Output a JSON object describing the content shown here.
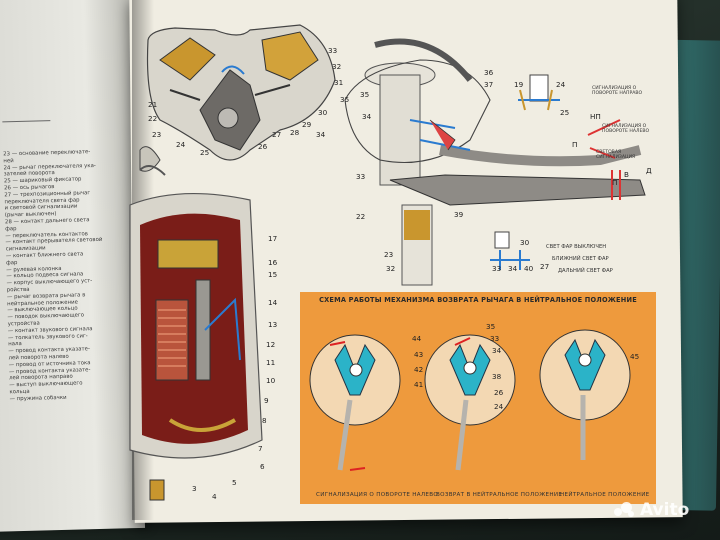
{
  "left_legend": [
    "23 — основание переключате-",
    "     ней",
    "24 — рычаг переключателя ука-",
    "     зателей поворота",
    "25 — шариковый фиксатор",
    "26 — ось рычагов",
    "27 — трехпозиционный рычаг",
    "     переключателя света фар",
    "     и световой сигнализации",
    "     (рычаг выключен)",
    "28 — контакт дальнего света",
    "     фар",
    "— переключатель контактов",
    "— контакт прерывателя световой",
    "   сигнализации",
    "— контакт ближнего света",
    "   фар",
    "— рулевая колонка",
    "— кольцо подвеса сигнала",
    "— корпус выключающего уст-",
    "   ройства",
    "— рычаг возврата рычага в",
    "   нейтральное положение",
    "— выключающее кольцо",
    "— поводок выключающего",
    "   устройства",
    "— контакт звукового сигнала",
    "— толкатель звукового сиг-",
    "   нала",
    "— провод контакта указате-",
    "   лей поворота налево",
    "— провод от источника тока",
    "— провод контакта указате-",
    "   лей поворота направо",
    "— выступ выключающего",
    "   кольца",
    "— пружина собачки"
  ],
  "diagram_title": "СХЕМА РАБОТЫ МЕХАНИЗМА ВОЗВРАТА РЫЧАГА В НЕЙТРАЛЬНОЕ ПОЛОЖЕНИЕ",
  "captions": [
    "СИГНАЛИЗАЦИЯ О ПОВОРОТЕ НАЛЕВО",
    "ВОЗВРАТ В НЕЙТРАЛЬНОЕ ПОЛОЖЕНИЕ",
    "НЕЙТРАЛЬНОЕ ПОЛОЖЕНИЕ"
  ],
  "side_labels": {
    "far_off": "СВЕТ ФАР ВЫКЛЮЧЕН",
    "low_beam": "БЛИЖНИЙ СВЕТ ФАР",
    "high_beam": "ДАЛЬНИЙ СВЕТ ФАР",
    "turn_right": "СИГНАЛИЗАЦИЯ О ПОВОРОТЕ НАПРАВО",
    "turn_left": "СИГНАЛИЗАЦИЯ О ПОВОРОТЕ НАЛЕВО",
    "light_signal": "СВЕТОВАЯ СИГНАЛИЗАЦИЯ",
    "np": "НП",
    "p1": "П",
    "p2": "П",
    "v": "В",
    "d": "Д"
  },
  "callouts": {
    "top_left": [
      "21",
      "22",
      "23",
      "24",
      "25",
      "26",
      "27",
      "28",
      "29",
      "30",
      "31",
      "32",
      "33",
      "34",
      "35"
    ],
    "column": [
      "36",
      "37",
      "35",
      "34",
      "33",
      "22",
      "23",
      "32",
      "39"
    ],
    "cylinder": [
      "17",
      "16",
      "15",
      "14",
      "13",
      "12",
      "11",
      "10",
      "9",
      "8",
      "7",
      "6",
      "5",
      "4",
      "3"
    ],
    "small_parts": [
      "30",
      "19",
      "24",
      "25",
      "33",
      "34",
      "40",
      "27"
    ],
    "panel": [
      "44",
      "43",
      "42",
      "41",
      "35",
      "33",
      "34",
      "38",
      "26",
      "24",
      "45"
    ]
  },
  "watermark": "Avito"
}
